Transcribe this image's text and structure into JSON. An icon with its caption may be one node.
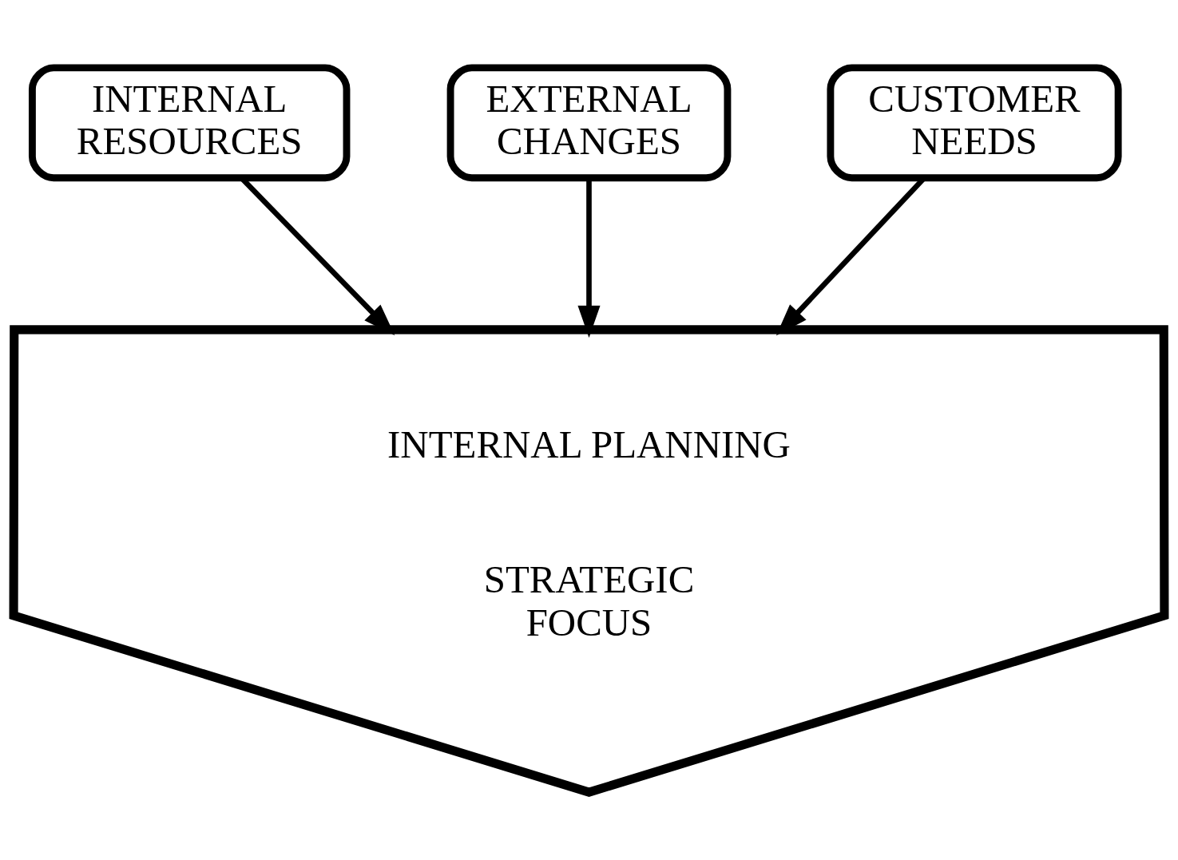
{
  "diagram": {
    "nodes": [
      {
        "text": [
          "INTERNAL RESOURCES"
        ]
      },
      {
        "text": [
          "EXTERNAL CHANGES"
        ]
      },
      {
        "text": [
          "CUSTOMER NEEDS"
        ]
      },
      {
        "text": [
          "INTERNAL PLANNING",
          "STRATEGIC FOCUS"
        ]
      }
    ],
    "edges": [
      {
        "from": 0,
        "to": 3,
        "arrow": "to"
      },
      {
        "from": 1,
        "to": 3,
        "arrow": "to"
      },
      {
        "from": 2,
        "to": 3,
        "arrow": "to"
      }
    ]
  }
}
